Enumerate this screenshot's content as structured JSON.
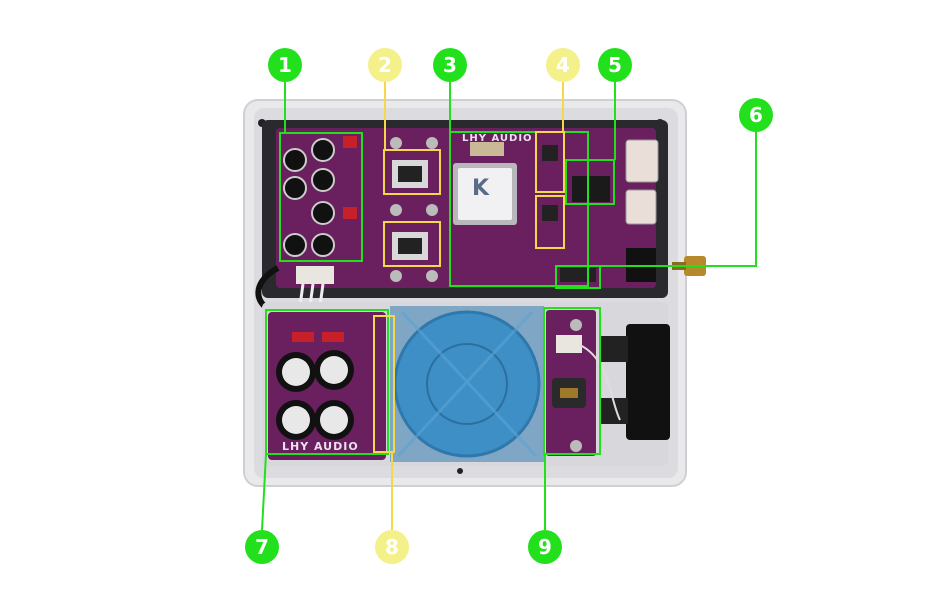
{
  "brand": {
    "top_board": "LHY AUDIO",
    "psu_board": "LHY AUDIO",
    "chip_logo": "K"
  },
  "callouts": [
    {
      "number": "1",
      "style": "green"
    },
    {
      "number": "2",
      "style": "yellow"
    },
    {
      "number": "3",
      "style": "green"
    },
    {
      "number": "4",
      "style": "yellow"
    },
    {
      "number": "5",
      "style": "green"
    },
    {
      "number": "6",
      "style": "green"
    },
    {
      "number": "7",
      "style": "green"
    },
    {
      "number": "8",
      "style": "yellow"
    },
    {
      "number": "9",
      "style": "green"
    }
  ],
  "colors": {
    "green": "#22e01c",
    "yellow": "#f4f08a",
    "pcb": "#6a1f5e",
    "transformer": "#3d8fc6",
    "chassis": "#e9e9ec"
  }
}
